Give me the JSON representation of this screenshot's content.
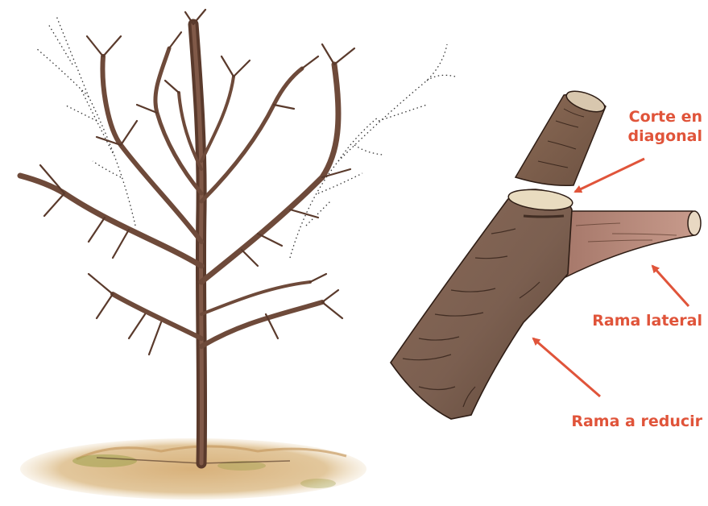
{
  "labels": {
    "diagonal_cut_line1": "Corte en",
    "diagonal_cut_line2": "diagonal",
    "lateral_branch": "Rama lateral",
    "branch_to_reduce": "Rama a reducir"
  },
  "colors": {
    "label": "#e0543a",
    "arrow": "#e0543a",
    "bark": "#7a5240",
    "bark_dark": "#4a2f22",
    "ground": "#d9b98a",
    "moss": "#9ea04a",
    "cut_face": "#e9dcc0"
  },
  "icons": {
    "arrow": "arrow-icon"
  }
}
